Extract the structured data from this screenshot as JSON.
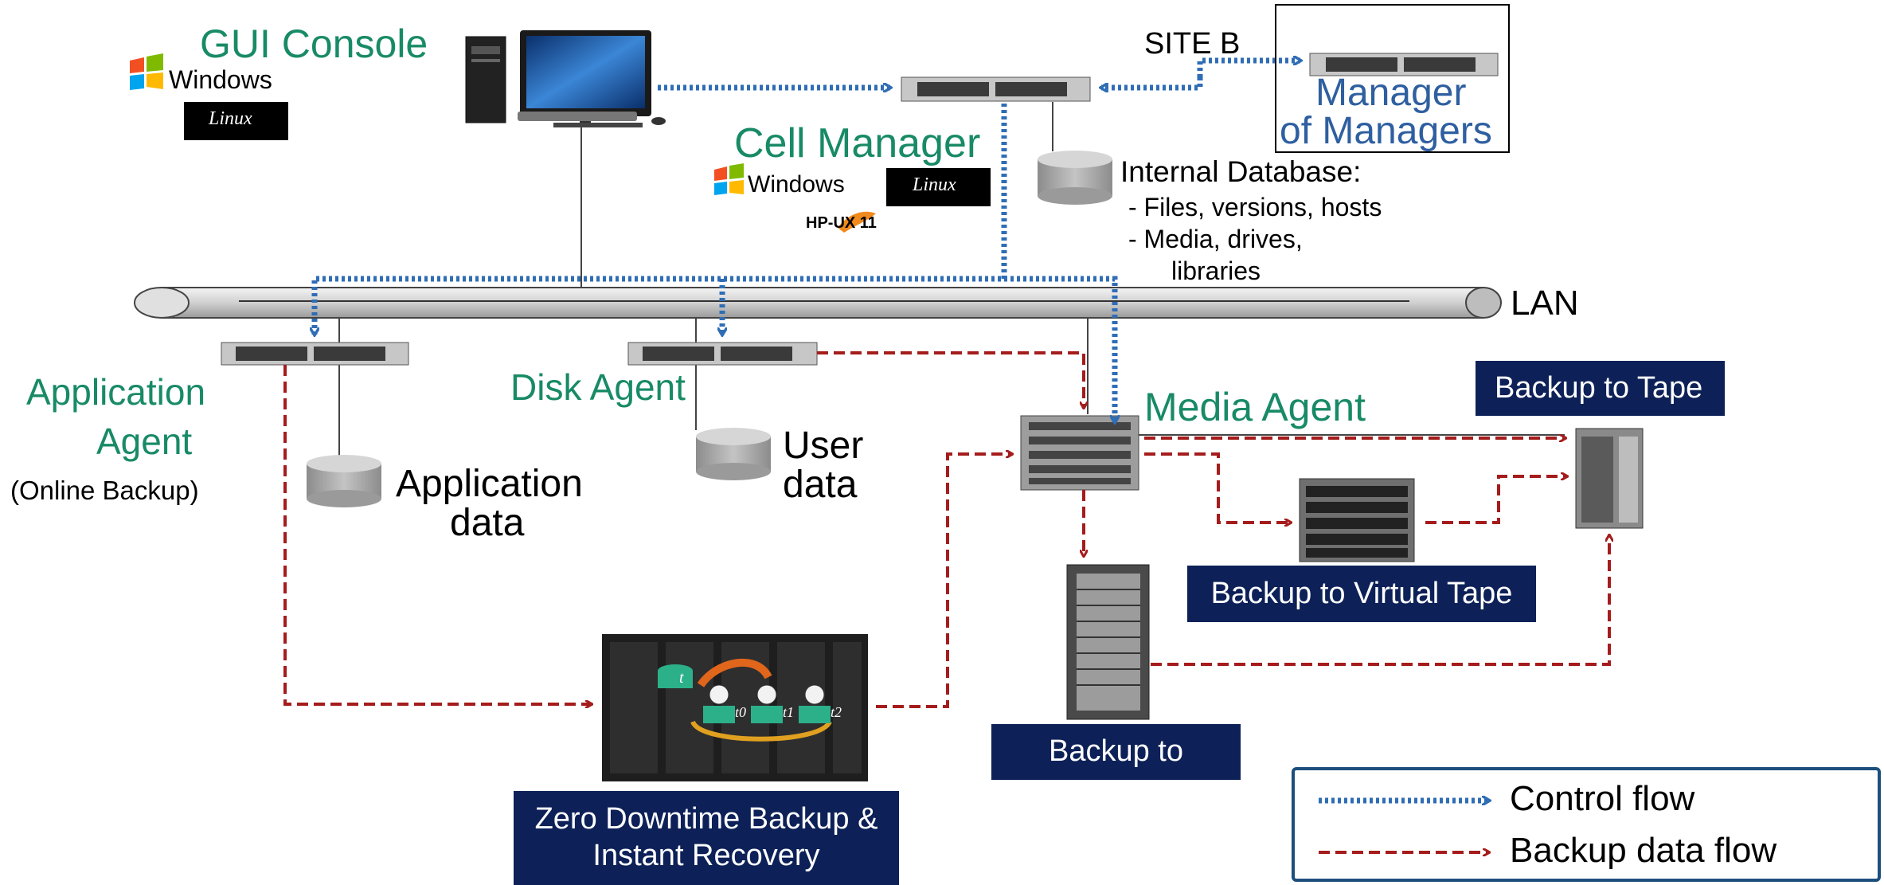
{
  "gui_console": {
    "title": "GUI Console",
    "windows_text": "Windows",
    "linux_text": "Linux"
  },
  "site_b": "SITE B",
  "manager_of_managers": {
    "line1": "Manager",
    "line2": "of Managers"
  },
  "cell_manager": {
    "title": "Cell Manager",
    "windows_text": "Windows",
    "linux_text": "Linux",
    "hpux_text": "HP-UX 11"
  },
  "internal_database": {
    "title": "Internal Database:",
    "line1": "- Files, versions, hosts",
    "line2": "- Media, drives,",
    "line3": "libraries"
  },
  "lan": "LAN",
  "application_agent": {
    "line1": "Application",
    "line2": "Agent",
    "line3": "(Online Backup)"
  },
  "application_data": {
    "line1": "Application",
    "line2": "data"
  },
  "disk_agent": "Disk Agent",
  "user_data": {
    "line1": "User",
    "line2": "data"
  },
  "media_agent": "Media Agent",
  "badges": {
    "backup_to_tape": "Backup to Tape",
    "backup_to_virtual_tape": "Backup to Virtual Tape",
    "backup_to_disk": "Backup to",
    "zdb_line1": "Zero Downtime Backup &",
    "zdb_line2": "Instant Recovery"
  },
  "zdb_time_labels": [
    "t",
    "t0",
    "t1",
    "t2"
  ],
  "legend": {
    "control_flow": "Control flow",
    "backup_data_flow": "Backup data flow"
  },
  "colors": {
    "control_flow": "#2f6db5",
    "backup_data_flow": "#a51c1c",
    "label_green": "#188a66",
    "label_blue": "#2e5fa0",
    "badge_bg": "#0d2158"
  }
}
